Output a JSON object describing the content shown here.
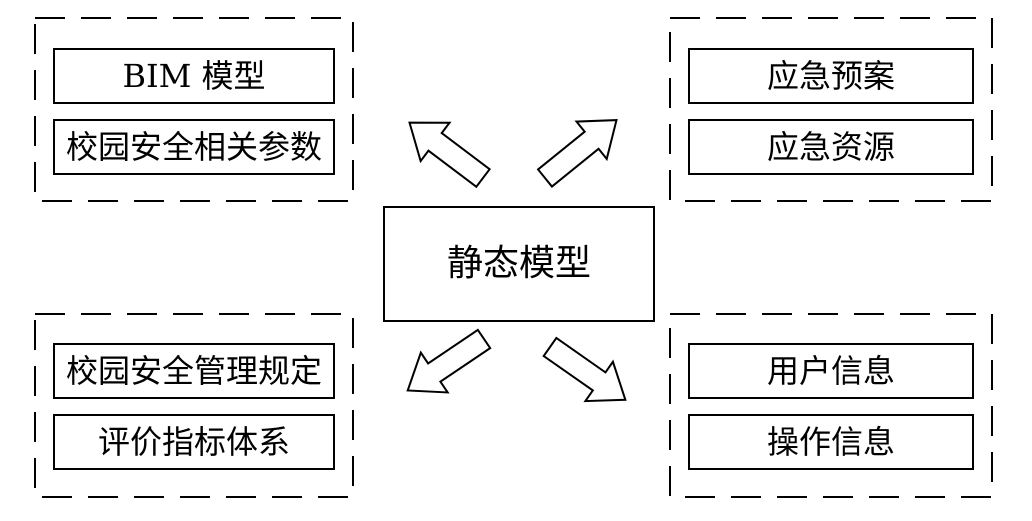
{
  "center": {
    "label": "静态模型"
  },
  "groups": {
    "top_left": {
      "items": [
        "BIM 模型",
        "校园安全相关参数"
      ]
    },
    "top_right": {
      "items": [
        "应急预案",
        "应急资源"
      ]
    },
    "bottom_left": {
      "items": [
        "校园安全管理规定",
        "评价指标体系"
      ]
    },
    "bottom_right": {
      "items": [
        "用户信息",
        "操作信息"
      ]
    }
  }
}
